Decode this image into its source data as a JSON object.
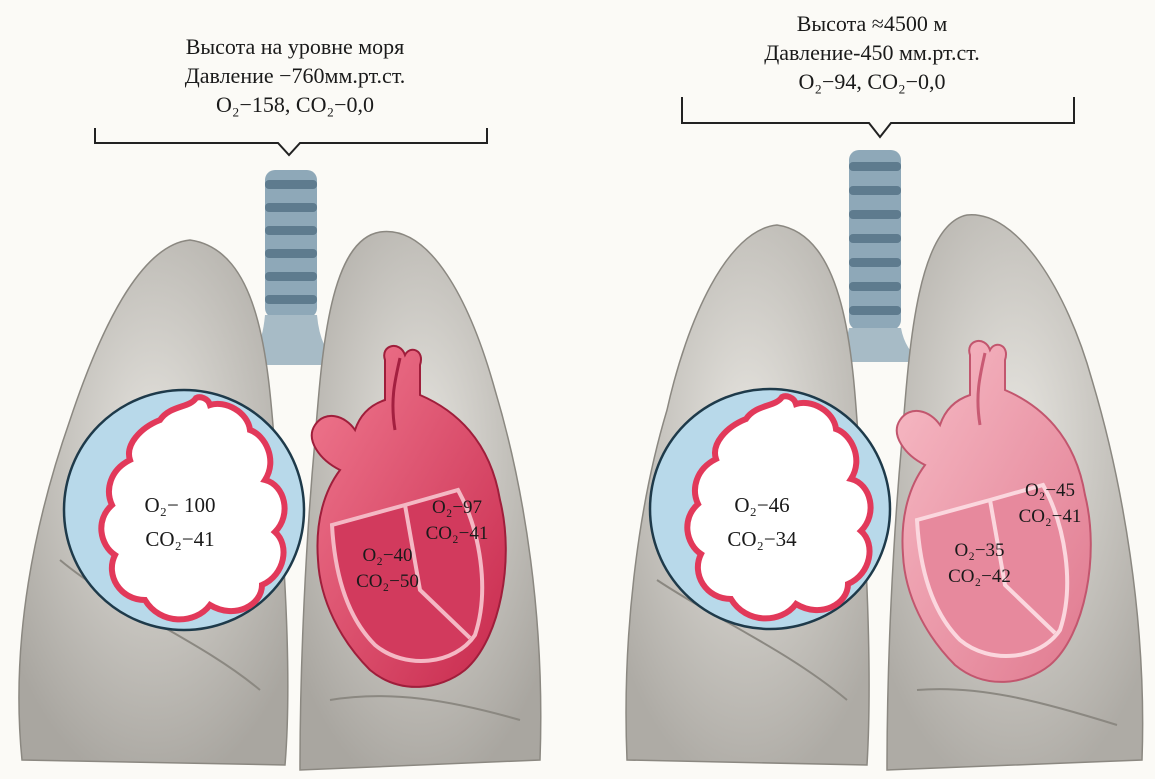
{
  "left": {
    "caption": {
      "line1": "Высота на уровне моря",
      "line2": "Давление −760мм.рт.ст.",
      "line3": "O₂−158,  CO₂−0,0"
    },
    "alveolus": {
      "o2": "O₂− 100",
      "co2": "CO₂−41"
    },
    "heart_left": {
      "o2": "O₂−97",
      "co2": "CO₂−41"
    },
    "heart_right": {
      "o2": "O₂−40",
      "co2": "CO₂−50"
    }
  },
  "right": {
    "caption": {
      "line1": "Высота ≈4500 м",
      "line2": "Давление-450 мм.рт.ст.",
      "line3": "O₂−94,  CO₂−0,0"
    },
    "alveolus": {
      "o2": "O₂−46",
      "co2": "CO₂−34"
    },
    "heart_left": {
      "o2": "O₂−45",
      "co2": "CO₂−41"
    },
    "heart_right": {
      "o2": "O₂−35",
      "co2": "CO₂−42"
    }
  },
  "colors": {
    "lung": "#cfcdc8",
    "trachea": "#7f9aab",
    "alveolus_bg": "#b8d9ea",
    "alveolus_wall": "#e2395a",
    "heart_sea_level": "#e04f6c",
    "heart_altitude": "#ec8ea0"
  }
}
